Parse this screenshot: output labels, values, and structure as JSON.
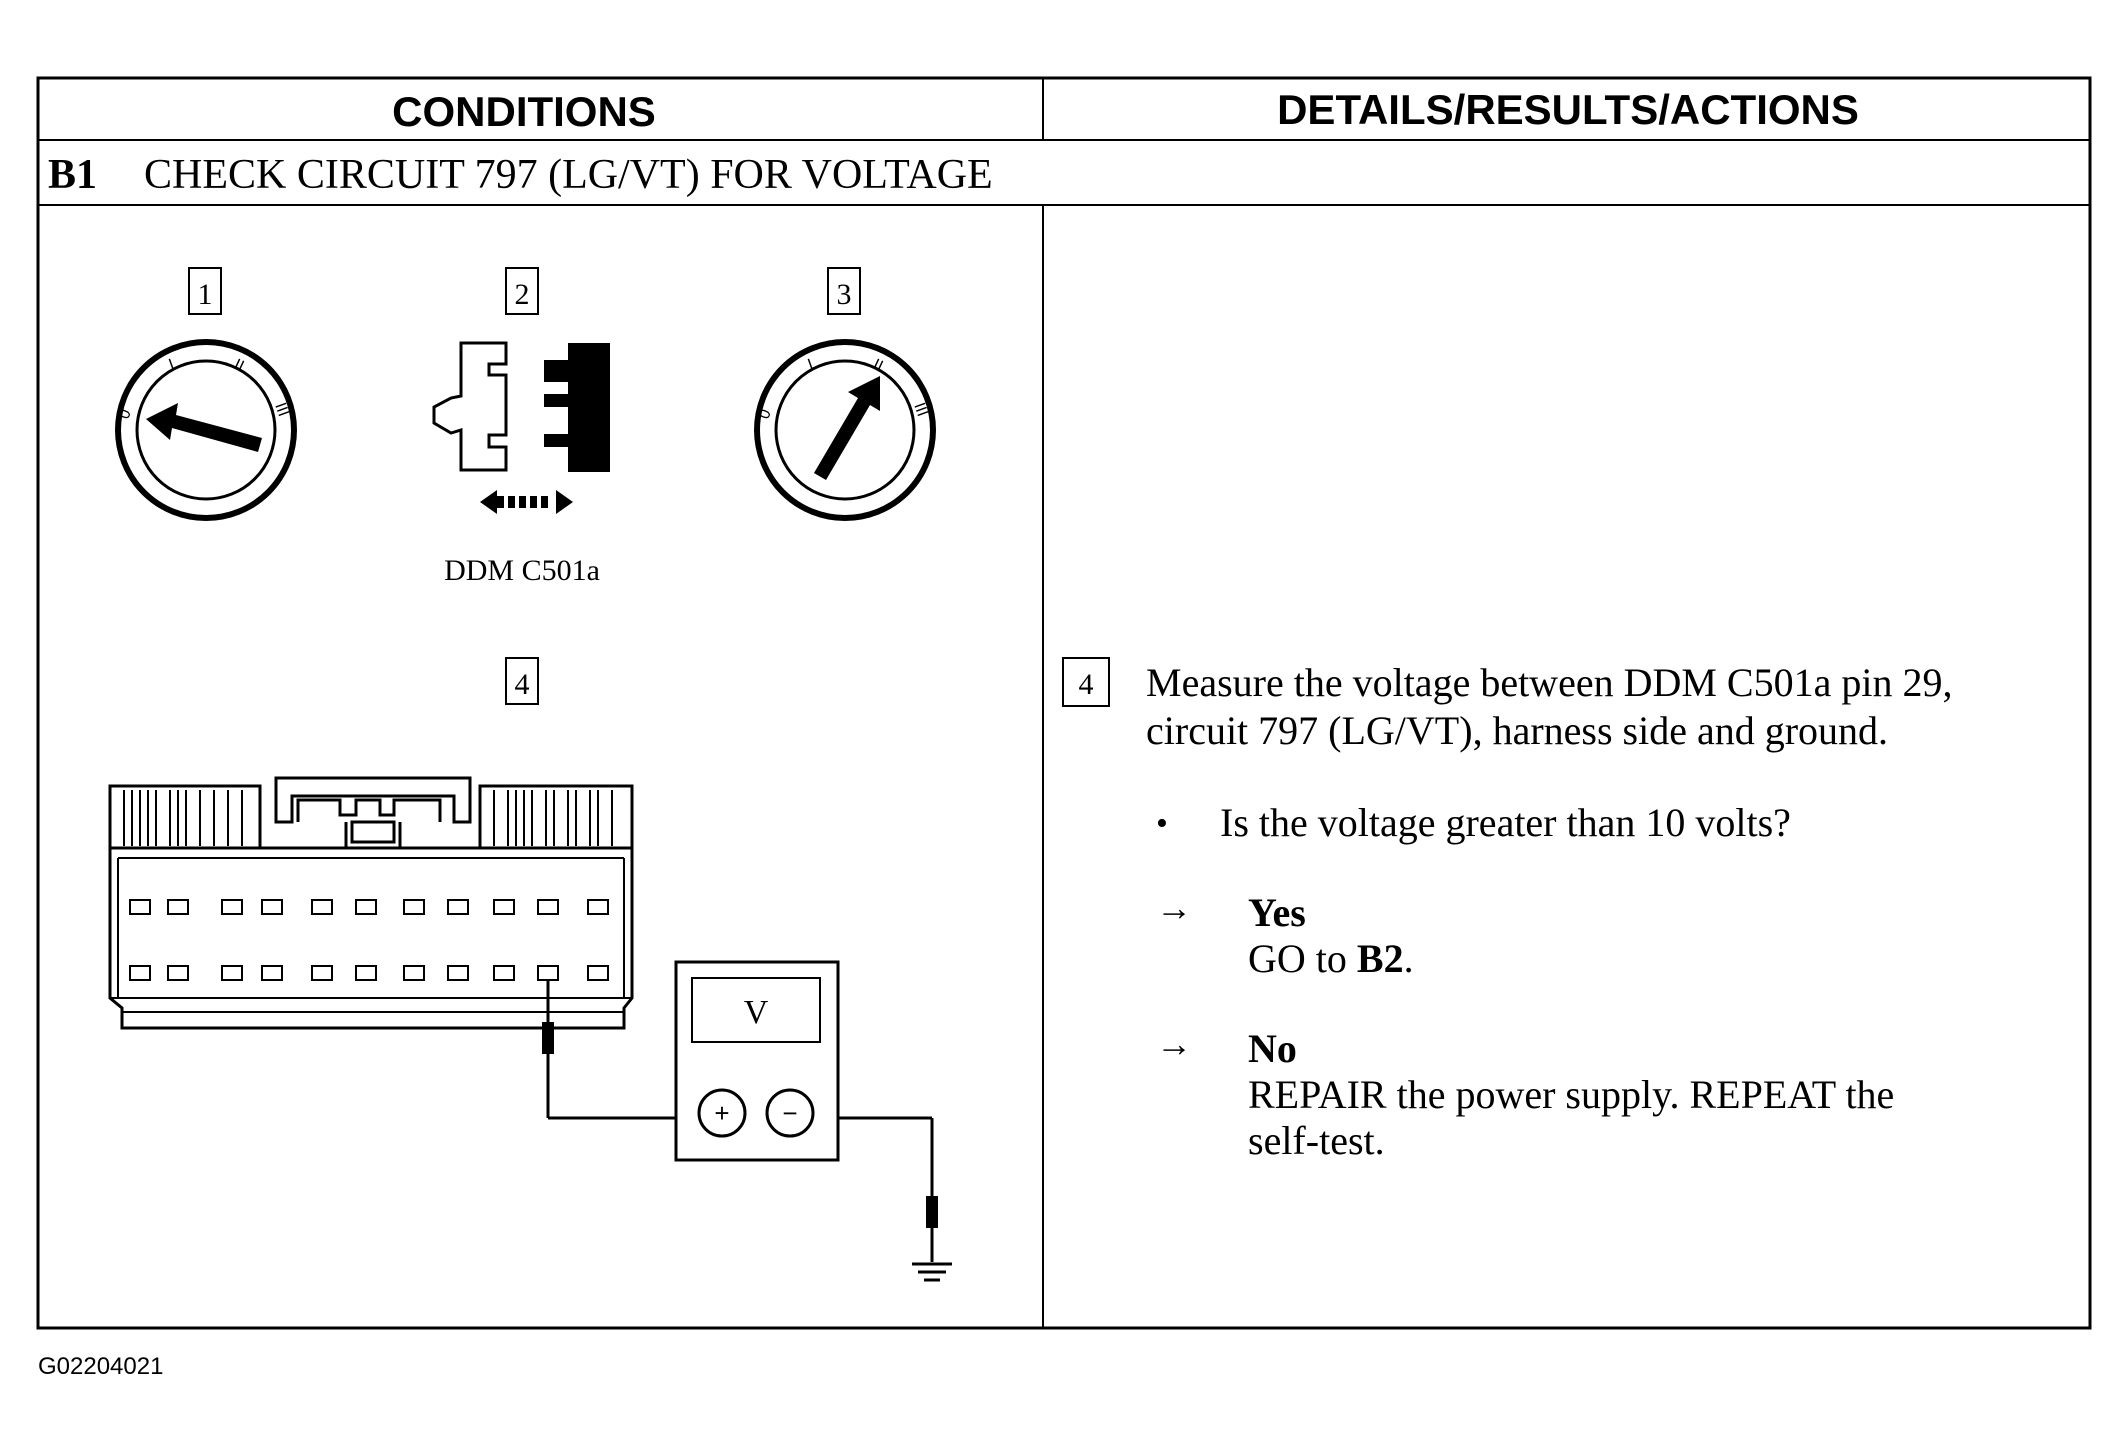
{
  "header": {
    "conditions": "CONDITIONS",
    "details": "DETAILS/RESULTS/ACTIONS"
  },
  "step": {
    "id": "B1",
    "title": "CHECK CIRCUIT 797 (LG/VT) FOR VOLTAGE"
  },
  "figures": {
    "step1_label": "1",
    "step2_label": "2",
    "step3_label": "3",
    "step4_label": "4",
    "connector_caption": "DDM C501a",
    "meter_display": "V",
    "meter_plus": "+",
    "meter_minus": "−",
    "switch_marks": [
      "0",
      "I",
      "II",
      "III"
    ]
  },
  "details": {
    "step_label": "4",
    "instruction_line1": "Measure the voltage between DDM C501a pin 29,",
    "instruction_line2": "circuit 797 (LG/VT), harness side and ground.",
    "question": "Is the voltage greater than 10 volts?",
    "yes_label": "Yes",
    "yes_action_prefix": "GO to ",
    "yes_action_target": "B2",
    "yes_action_suffix": ".",
    "no_label": "No",
    "no_action_line1": "REPAIR the power supply. REPEAT the",
    "no_action_line2": "self-test.",
    "bullet": "•",
    "arrow": "→"
  },
  "footer": {
    "figure_id": "G02204021"
  }
}
